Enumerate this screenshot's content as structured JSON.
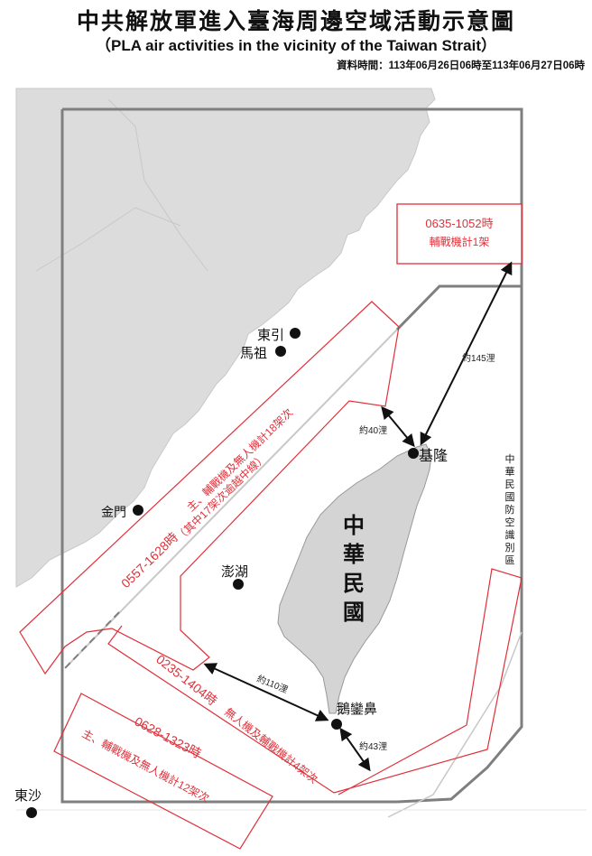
{
  "header": {
    "title": "中共解放軍進入臺海周邊空域活動示意圖",
    "subtitle": "（PLA air activities in the vicinity of the Taiwan Strait）",
    "data_time": "資料時間：113年06月26日06時至113年06月27日06時"
  },
  "map": {
    "colors": {
      "land": "#dcdcdc",
      "sea": "#ffffff",
      "adiz_border": "#808080",
      "activity_zone": "#e0303a",
      "arrow": "#111111"
    },
    "places": {
      "dongyin": "東引",
      "matsu": "馬祖",
      "kinmen": "金門",
      "penghu": "澎湖",
      "keelung": "基隆",
      "eluanbi": "鵝鑾鼻",
      "dongsha": "東沙",
      "roc": [
        "中",
        "華",
        "民",
        "國"
      ],
      "adiz": [
        "中",
        "華",
        "民",
        "國",
        "防",
        "空",
        "識",
        "別",
        "區"
      ]
    },
    "zones": [
      {
        "id": "north-east",
        "time": "0635-1052時",
        "desc": "輔戰機計1架"
      },
      {
        "id": "median-line",
        "time": "0557-1628時",
        "desc": "主、輔戰機及無人機計18架次",
        "note": "（其中17架次逾越中線）"
      },
      {
        "id": "south-west",
        "time": "0235-1404時",
        "desc": "無人機及輔戰機計4架次"
      },
      {
        "id": "far-south-west",
        "time": "0628-1323時",
        "desc": "主、輔戰機及無人機計12架次"
      }
    ],
    "distances": {
      "keelung_ne": "約145浬",
      "keelung_nw": "約40浬",
      "eluanbi_w": "約110浬",
      "eluanbi_se": "約43浬"
    }
  }
}
